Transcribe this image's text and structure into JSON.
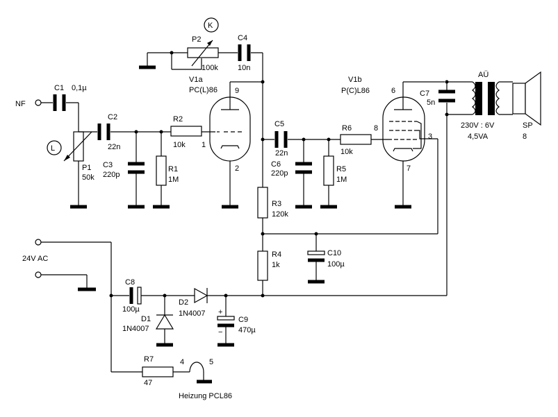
{
  "labels": {
    "nf": "NF",
    "c1": "C1",
    "c1v": "0,1µ",
    "c2": "C2",
    "c2v": "22n",
    "c3": "C3",
    "c3v": "220p",
    "r1": "R1",
    "r1v": "1M",
    "r2": "R2",
    "r2v": "10k",
    "p1": "P1",
    "p1v": "50k",
    "p2": "P2",
    "p2v": "100k",
    "c4": "C4",
    "c4v": "10n",
    "v1a": "V1a",
    "v1a_type": "PC(L)86",
    "pin9": "9",
    "pin1": "1",
    "pin2": "2",
    "c5": "C5",
    "c5v": "22n",
    "c6": "C6",
    "c6v": "220p",
    "r5": "R5",
    "r5v": "1M",
    "r6": "R6",
    "r6v": "10k",
    "v1b": "V1b",
    "v1b_type": "P(C)L86",
    "pin6": "6",
    "pin8": "8",
    "pin3": "3",
    "pin7": "7",
    "c7": "C7",
    "c7v": "5n",
    "au": "AÜ",
    "tr_ratio": "230V : 6V",
    "tr_power": "4,5VA",
    "sp": "SP",
    "spv": "8",
    "r3": "R3",
    "r3v": "120k",
    "r4": "R4",
    "r4v": "1k",
    "c10": "C10",
    "c10v": "100µ",
    "ac": "24V AC",
    "c8": "C8",
    "c8v": "100µ",
    "d1": "D1",
    "d1v": "1N4007",
    "d2": "D2",
    "d2v": "1N4007",
    "c9": "C9",
    "c9v": "470µ",
    "r7": "R7",
    "r7v": "47",
    "h4": "4",
    "h5": "5",
    "heater": "Heizung PCL86",
    "k_mark": "K",
    "l_mark": "L",
    "plus": "+",
    "minus": "−"
  }
}
